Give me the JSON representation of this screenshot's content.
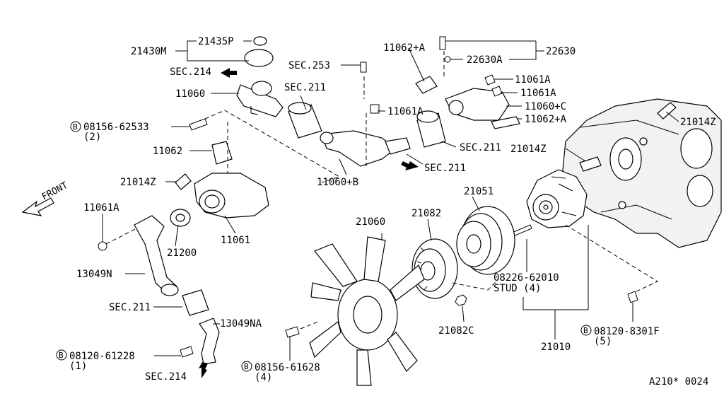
{
  "parts": {
    "p21430M": "21430M",
    "p21435P": "21435P",
    "sec214_top": "SEC.214",
    "p11060": "11060",
    "b08156_62533": "08156-62533",
    "q2": "(2)",
    "p11062": "11062",
    "p21014Z_left": "21014Z",
    "p11061A_left": "11061A",
    "p21200": "21200",
    "p11061": "11061",
    "p13049N": "13049N",
    "sec211_lower": "SEC.211",
    "p13049NA": "13049NA",
    "b08120_61228": "08120-61228",
    "q1": "(1)",
    "sec214_bottom": "SEC.214",
    "sec253": "SEC.253",
    "sec211_upper": "SEC.211",
    "p11061A_mid": "11061A",
    "p11060B": "11060+B",
    "sec211_arrow": "SEC.211",
    "p21060": "21060",
    "b08156_61628": "08156-61628",
    "q4a": "(4)",
    "p11062A_top": "11062+A",
    "p22630A": "22630A",
    "p22630": "22630",
    "p11061A_r1": "11061A",
    "p11061A_r2": "11061A",
    "p11060C": "11060+C",
    "p11062A_r": "11062+A",
    "sec211_right": "SEC.211",
    "p21014Z_r1": "21014Z",
    "p21014Z_r2": "21014Z",
    "p21051": "21051",
    "p21082": "21082",
    "p08226_62010": "08226-62010",
    "stud4": "STUD (4)",
    "p21082C": "21082C",
    "p21010": "21010",
    "b08120_8301F": "08120-8301F",
    "q5": "(5)",
    "ref": "A210* 0024",
    "front": "FRONT",
    "B": "B"
  }
}
